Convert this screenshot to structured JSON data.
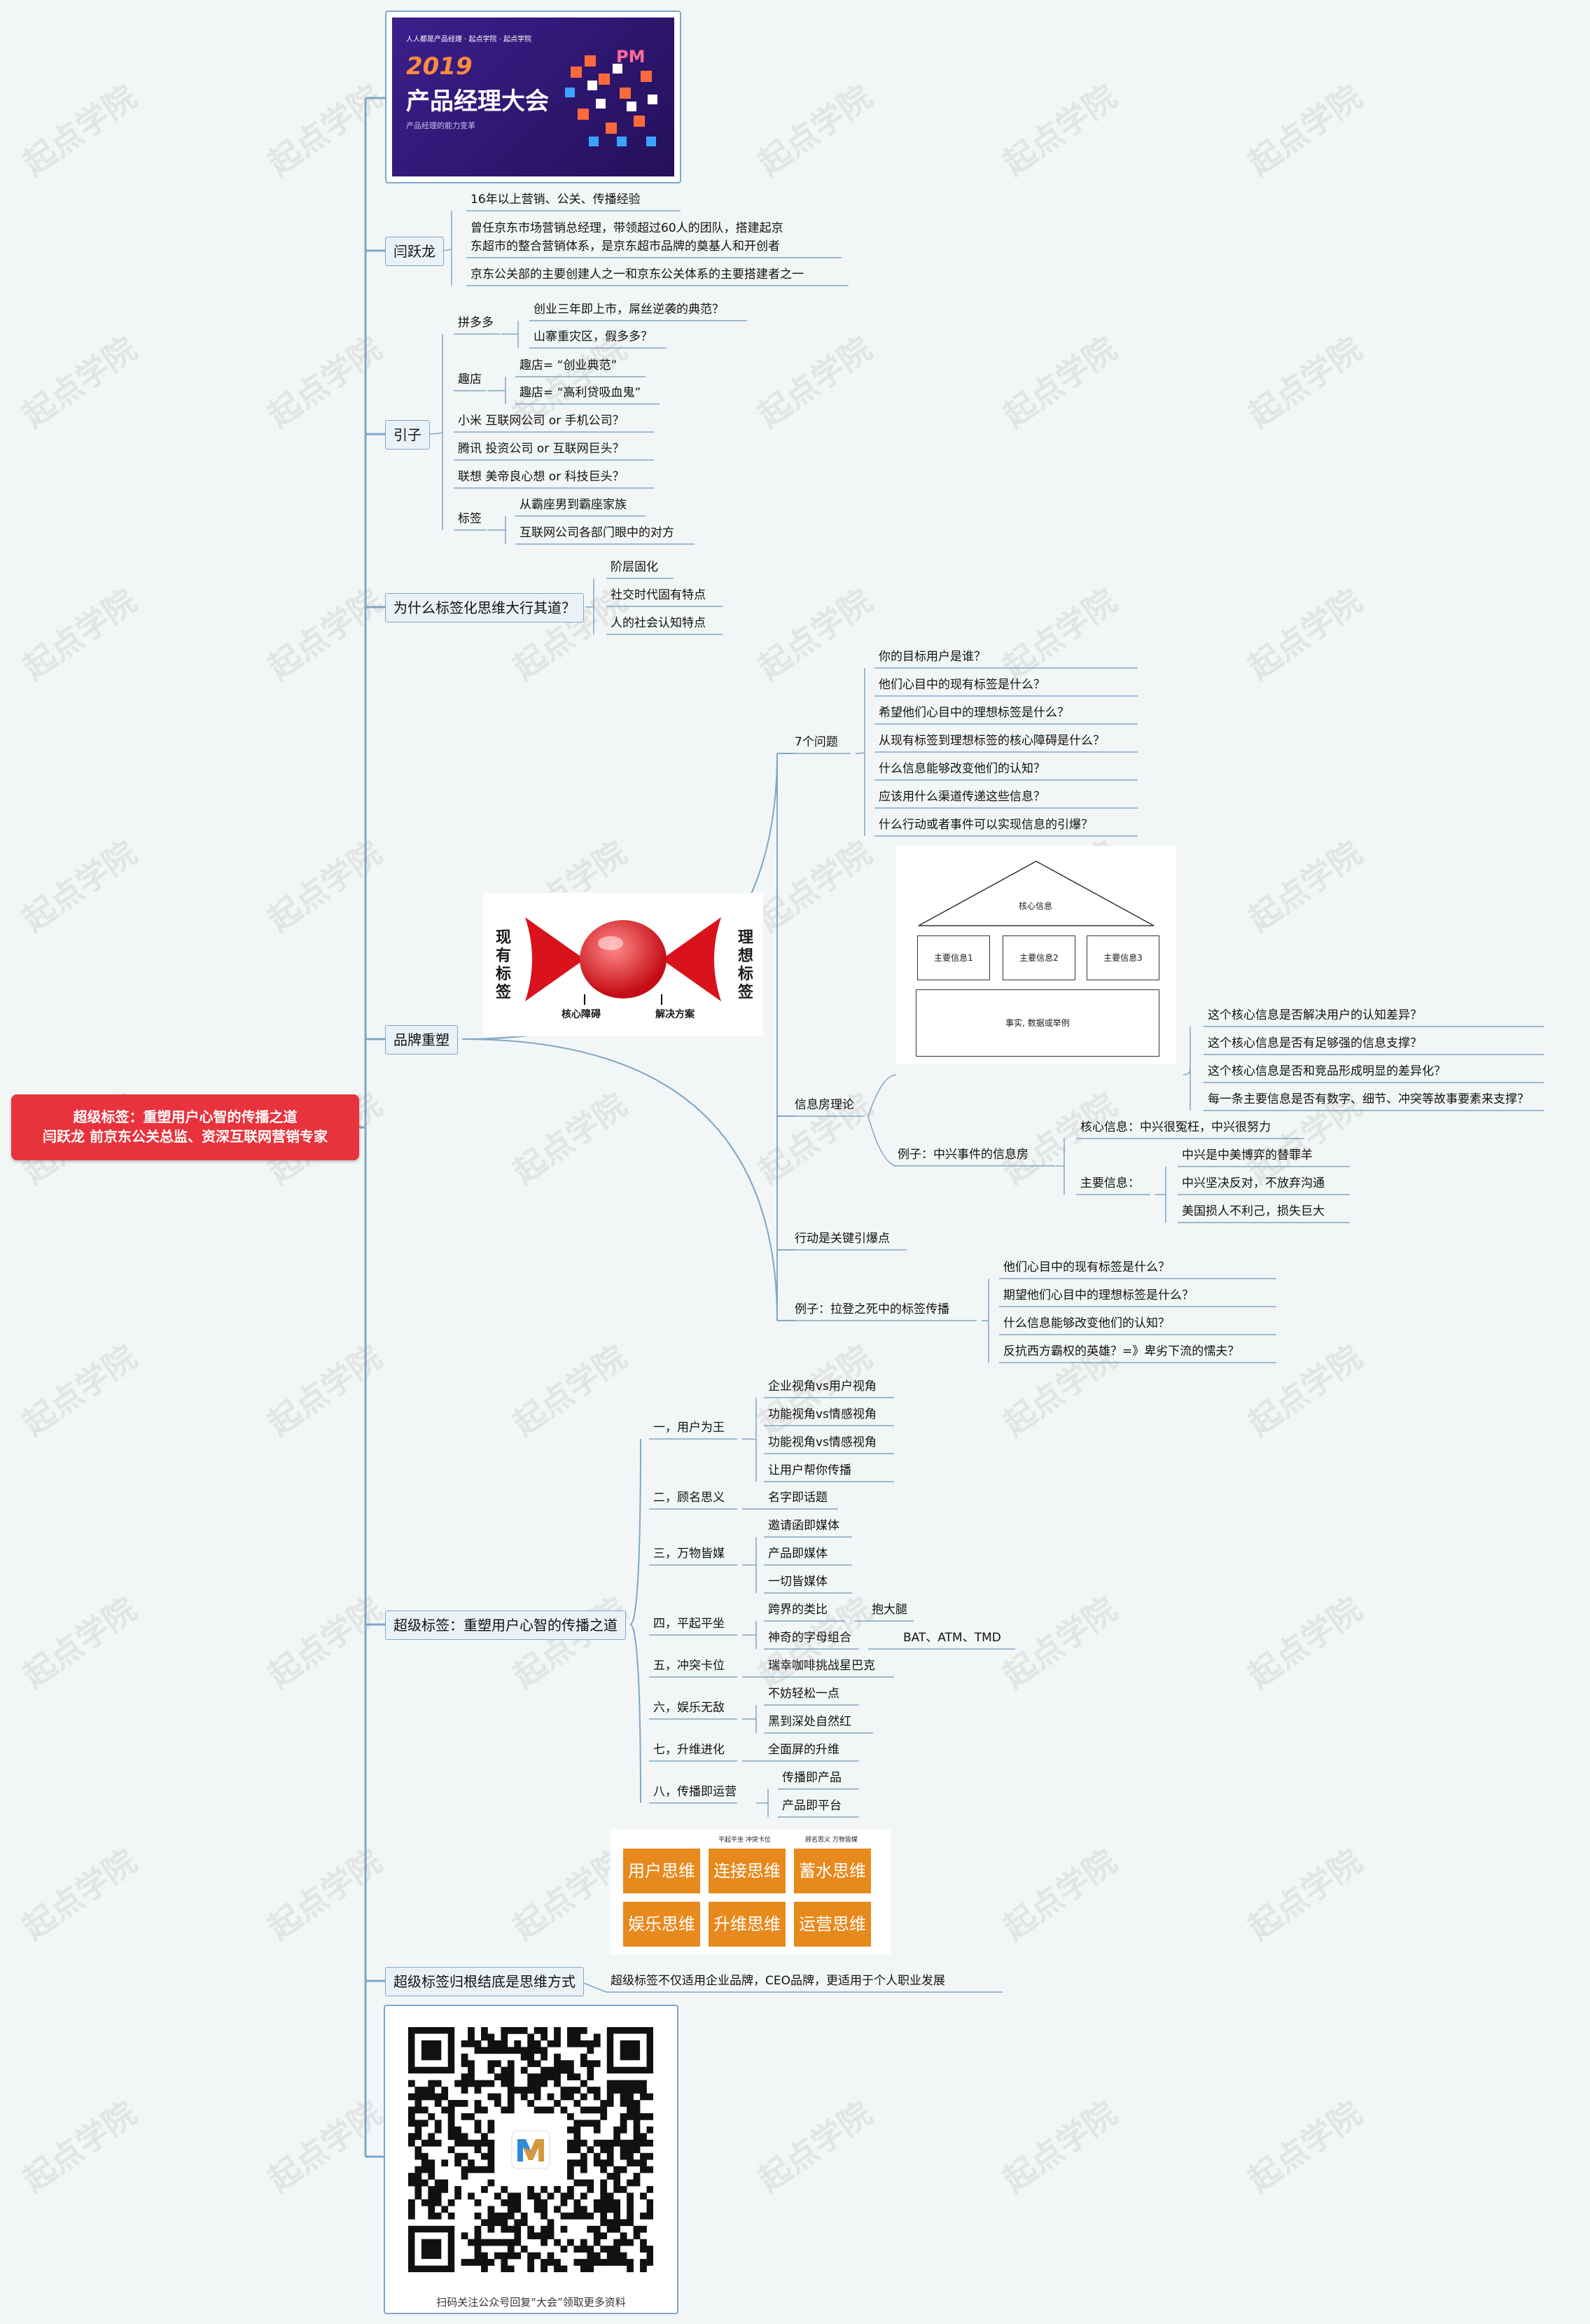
{
  "root": {
    "line1": "超级标签：重塑用户心智的传播之道",
    "line2": "闫跃龙 前京东公关总监、资深互联网营销专家"
  },
  "banner": {
    "line1": "2019",
    "line2": "产品经理大会",
    "line3": "产品经理的能力变革",
    "badge": "PM",
    "logos": "人人都是产品经理 · 起点学院 · 起点学院"
  },
  "watermark": "起点学院",
  "yyl": {
    "label": "闫跃龙",
    "items": [
      "16年以上营销、公关、传播经验",
      "曾任京东市场营销总经理，带领超过60人的团队，搭建起京",
      "东超市的整合营销体系，是京东超市品牌的奠基人和开创者",
      "京东公关部的主要创建人之一和京东公关体系的主要搭建者之一"
    ]
  },
  "yinzi": {
    "label": "引子",
    "pdd": {
      "label": "拼多多",
      "items": [
        "创业三年即上市，屌丝逆袭的典范？",
        "山寨重灾区，假多多？"
      ]
    },
    "qudian": {
      "label": "趣店",
      "items": [
        "趣店= “创业典范”",
        "趣店= “高利贷吸血鬼”"
      ]
    },
    "rows": [
      "小米  互联网公司    or    手机公司？",
      "腾讯  投资公司    or    互联网巨头？",
      "联想  美帝良心想    or    科技巨头？"
    ],
    "biaoqian": {
      "label": "标签",
      "items": [
        "从霸座男到霸座家族",
        "互联网公司各部门眼中的对方"
      ]
    }
  },
  "why": {
    "label": "为什么标签化思维大行其道？",
    "items": [
      "阶层固化",
      "社交时代固有特点",
      "人的社会认知特点"
    ]
  },
  "brand": {
    "label": "品牌重塑",
    "q7": {
      "label": "7个问题",
      "items": [
        "你的目标用户是谁？",
        "他们心目中的现有标签是什么？",
        "希望他们心目中的理想标签是什么？",
        "从现有标签到理想标签的核心障碍是什么？",
        "什么信息能够改变他们的认知？",
        "应该用什么渠道传递这些信息？",
        "什么行动或者事件可以实现信息的引爆？"
      ]
    },
    "candy": {
      "left": "现有标签",
      "right": "理想标签",
      "l1": "核心障碍",
      "l2": "解决方案"
    },
    "house": {
      "label": "信息房理论",
      "roof": "核心信息",
      "cols": [
        "主要信息1",
        "主要信息2",
        "主要信息3"
      ],
      "base": "事实, 数据或举例",
      "items": [
        "这个核心信息是否解决用户的认知差异？",
        "这个核心信息是否有足够强的信息支撑？",
        "这个核心信息是否和竞品形成明显的差异化？",
        "每一条主要信息是否有数字、细节、冲突等故事要素来支撑？"
      ]
    },
    "zte": {
      "label": "例子：中兴事件的信息房",
      "core": "核心信息：中兴很冤枉，中兴很努力",
      "main": "主要信息：",
      "mains": [
        "中兴是中美博弈的替罪羊",
        "中兴坚决反对，不放弃沟通",
        "美国损人不利己，损失巨大"
      ]
    },
    "action": "行动是关键引爆点",
    "laden": {
      "label": "例子：拉登之死中的标签传播",
      "items": [
        "他们心目中的现有标签是什么？",
        "期望他们心目中的理想标签是什么？",
        "什么信息能够改变他们的认知？",
        "反抗西方霸权的英雄？=》卑劣下流的懦夫？"
      ]
    }
  },
  "super": {
    "label": "超级标签：重塑用户心智的传播之道",
    "s1": {
      "label": "一，用户为王",
      "items": [
        "企业视角vs用户视角",
        "功能视角vs情感视角",
        "功能视角vs情感视角",
        "让用户帮你传播"
      ]
    },
    "s2": {
      "label": "二，顾名思义",
      "items": [
        "名字即话题"
      ]
    },
    "s3": {
      "label": "三，万物皆媒",
      "items": [
        "邀请函即媒体",
        "产品即媒体",
        "一切皆媒体"
      ]
    },
    "s4": {
      "label": "四，平起平坐",
      "items": [
        "跨界的类比",
        "神奇的字母组合"
      ],
      "subs": [
        "抱大腿",
        "BAT、ATM、TMD"
      ]
    },
    "s5": {
      "label": "五，冲突卡位",
      "items": [
        "瑞幸咖啡挑战星巴克"
      ]
    },
    "s6": {
      "label": "六，娱乐无敌",
      "items": [
        "不妨轻松一点",
        "黑到深处自然红"
      ]
    },
    "s7": {
      "label": "七，升维进化",
      "items": [
        "全面屏的升维"
      ]
    },
    "s8": {
      "label": "八，传播即运营",
      "items": [
        "传播即产品",
        "产品即平台"
      ]
    }
  },
  "thinking": {
    "top": [
      "平起平坐   冲突卡位",
      "顾名思义  万物皆媒"
    ],
    "cards": [
      "用户思维",
      "连接思维",
      "蓄水思维",
      "娱乐思维",
      "升维思维",
      "运营思维"
    ]
  },
  "final": {
    "label": "超级标签归根结底是思维方式",
    "item": "超级标签不仅适用企业品牌，CEO品牌，更适用于个人职业发展"
  },
  "qr": {
    "caption": "扫码关注公众号回复“大会”领取更多资料"
  },
  "colors": {
    "root": "#e8323c",
    "line": "#7fa7c6",
    "accent": "#e8891d",
    "banner": "#2a1a6e"
  }
}
